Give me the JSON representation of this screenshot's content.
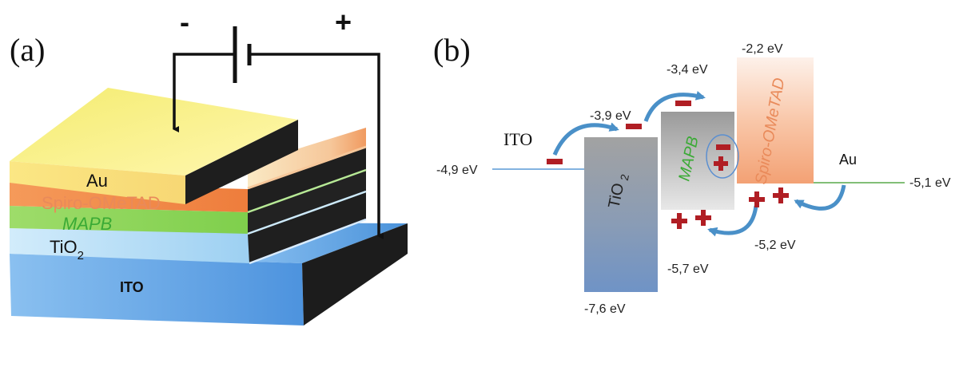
{
  "panel_a": {
    "label": "(a)",
    "minus_sign": "-",
    "plus_sign": "+",
    "layers": {
      "au": "Au",
      "spiro": "Spiro-OMeTAD",
      "mapb": "MAPB",
      "tio2_base": "TiO",
      "tio2_sub": "2",
      "ito": "ITO"
    }
  },
  "panel_b": {
    "label": "(b)",
    "ito_label": "ITO",
    "au_label": "Au",
    "tio2_base": "TiO",
    "tio2_sub": "2",
    "mapb_label": "MAPB",
    "spiro_label": "Spiro-OMeTAD",
    "energies": {
      "ito": "-4,9 eV",
      "tio2_cb": "-3,9 eV",
      "tio2_vb": "-7,6 eV",
      "mapb_cb": "-3,4 eV",
      "mapb_vb": "-5,7 eV",
      "spiro_lumo": "-2,2 eV",
      "spiro_homo": "-5,2 eV",
      "au": "-5,1 eV"
    }
  },
  "colors": {
    "au_layer": "#f7ef7a",
    "spiro_layer": "#f0894a",
    "mapb_layer": "#8ed65a",
    "tio2_layer": "#b8def5",
    "ito_layer": "#5aa2e4",
    "arrow_blue": "#4a90c8",
    "charge_red": "#b01e24",
    "mapb_text": "#3aaa35",
    "spiro_text": "#e98a5a"
  }
}
